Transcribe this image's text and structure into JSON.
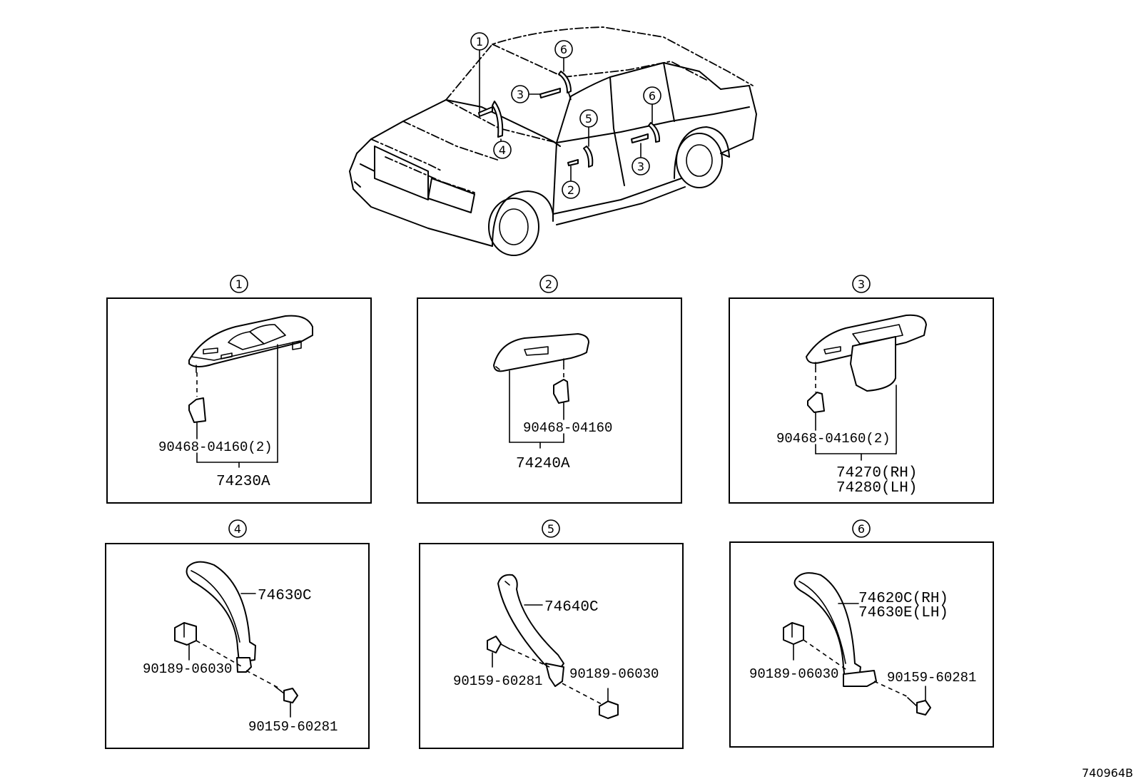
{
  "callout_numbers": [
    "1",
    "2",
    "3",
    "4",
    "5",
    "6"
  ],
  "car_callouts": {
    "c1": "1",
    "c3a": "3",
    "c4": "4",
    "c6a": "6",
    "c5": "5",
    "c2": "2",
    "c6b": "6",
    "c3b": "3"
  },
  "panels": {
    "p1": {
      "number": "1",
      "clip": "90468-04160(2)",
      "assembly": "74230A"
    },
    "p2": {
      "number": "2",
      "clip": "90468-04160",
      "assembly": "74240A"
    },
    "p3": {
      "number": "3",
      "clip": "90468-04160(2)",
      "assembly_rh": "74270(RH)",
      "assembly_lh": "74280(LH)"
    },
    "p4": {
      "number": "4",
      "handle": "74630C",
      "nut": "90189-06030",
      "screw": "90159-60281"
    },
    "p5": {
      "number": "5",
      "handle": "74640C",
      "screw": "90159-60281",
      "nut": "90189-06030"
    },
    "p6": {
      "number": "6",
      "handle_rh": "74620C(RH)",
      "handle_lh": "74630E(LH)",
      "nut": "90189-06030",
      "screw": "90159-60281"
    }
  },
  "reference_code": "740964B"
}
